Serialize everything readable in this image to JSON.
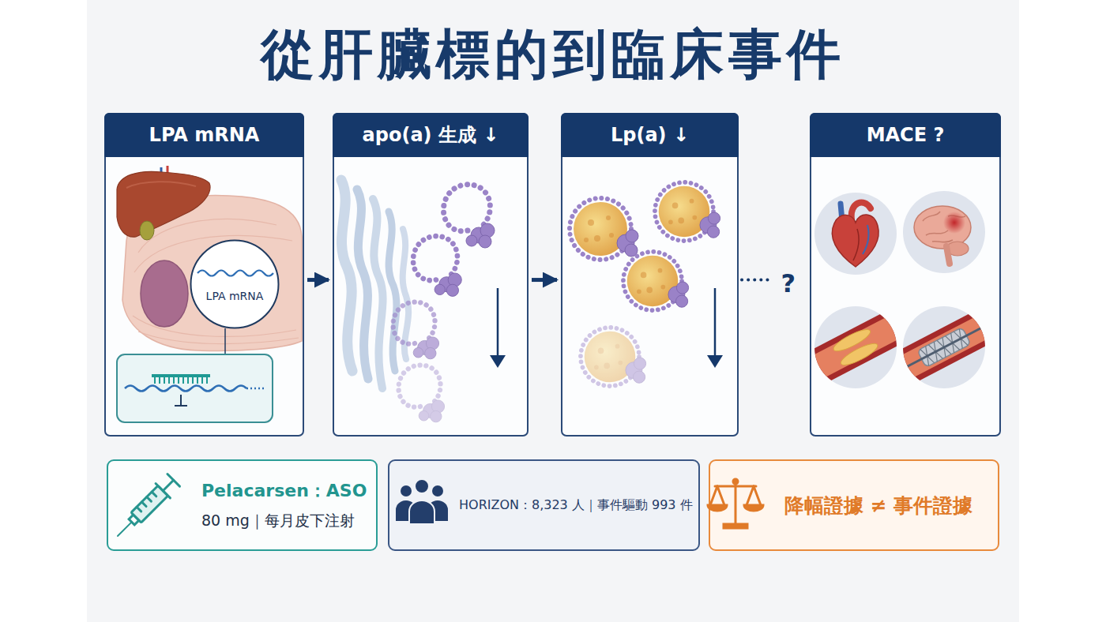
{
  "diagram": {
    "title": "從肝臟標的到臨床事件",
    "nodes": [
      {
        "text": [
          "LPA mRNA"
        ]
      },
      {
        "text": [
          "LPA mRNA"
        ],
        "in": 0
      },
      {
        "text": [
          "apo(a) 生成 ↓"
        ]
      },
      {
        "text": [
          "Lp(a) ↓"
        ]
      },
      {
        "text": [
          "MACE ?"
        ]
      },
      {
        "text": [
          "Pelacarsen：ASO",
          "80 mg｜每月皮下注射"
        ]
      },
      {
        "text": [
          "HORIZON：8,323 人｜事件驅動 993 件"
        ]
      },
      {
        "text": [
          "降幅證據 ≠ 事件證據"
        ]
      }
    ],
    "edges": [
      {
        "from": 0,
        "to": 2,
        "arrow": "to"
      },
      {
        "from": 2,
        "to": 3,
        "arrow": "to"
      },
      {
        "from": 3,
        "to": 4,
        "arrow": "none",
        "label": "?"
      }
    ]
  }
}
